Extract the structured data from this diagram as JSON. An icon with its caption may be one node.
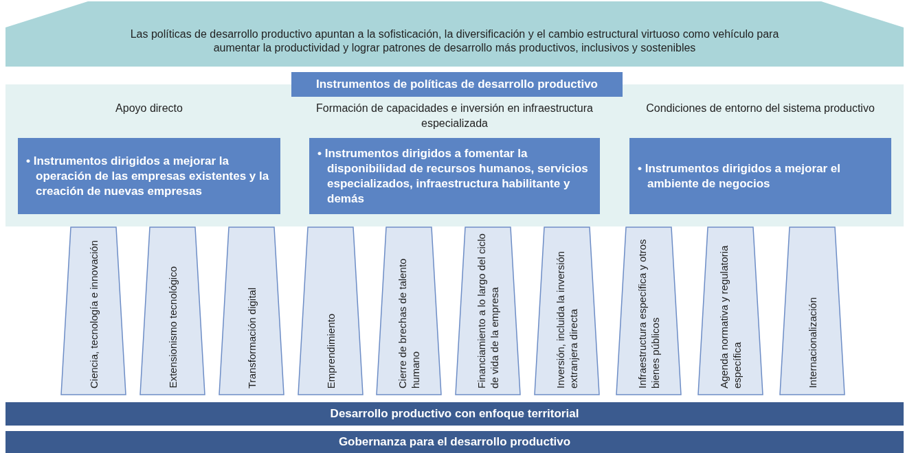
{
  "diagram": {
    "nodes": [
      {
        "text": [
          "Las políticas de desarrollo productivo apuntan a la sofisticación, la diversificación y el cambio estructural virtuoso como vehículo para aumentar la productividad y lograr patrones de desarrollo más productivos, inclusivos y sostenibles"
        ]
      },
      {
        "text": [
          "Instrumentos de políticas de desarrollo productivo"
        ]
      },
      {
        "text": [
          "Apoyo directo",
          "• Instrumentos dirigidos a mejorar la operación de las empresas existentes y la creación de nuevas empresas"
        ],
        "in": 1
      },
      {
        "text": [
          "Formación de capacidades e inversión en infraestructura especializada",
          "• Instrumentos dirigidos a fomentar la disponibilidad de recursos humanos, servicios especializados, infraestructura habilitante y demás"
        ],
        "in": 1
      },
      {
        "text": [
          "Condiciones de entorno del sistema productivo",
          "• Instrumentos dirigidos a mejorar el ambiente de negocios"
        ],
        "in": 1
      },
      {
        "text": [
          "Ciencia, tecnología e innovación"
        ]
      },
      {
        "text": [
          "Extensionismo tecnológico"
        ]
      },
      {
        "text": [
          "Transformación digital"
        ]
      },
      {
        "text": [
          "Emprendimiento"
        ]
      },
      {
        "text": [
          "Cierre de brechas de talento humano"
        ]
      },
      {
        "text": [
          "Financiamiento a lo largo del ciclo de vida de la empresa"
        ]
      },
      {
        "text": [
          "Inversión, incluida la inversión extranjera directa"
        ]
      },
      {
        "text": [
          "Infraestructura específica y otros bienes públicos"
        ]
      },
      {
        "text": [
          "Agenda normativa y regulatoria específica"
        ]
      },
      {
        "text": [
          "Internacionalización"
        ]
      },
      {
        "text": [
          "Desarrollo productivo con enfoque territorial"
        ]
      },
      {
        "text": [
          "Gobernanza para el desarrollo productivo"
        ]
      }
    ]
  }
}
